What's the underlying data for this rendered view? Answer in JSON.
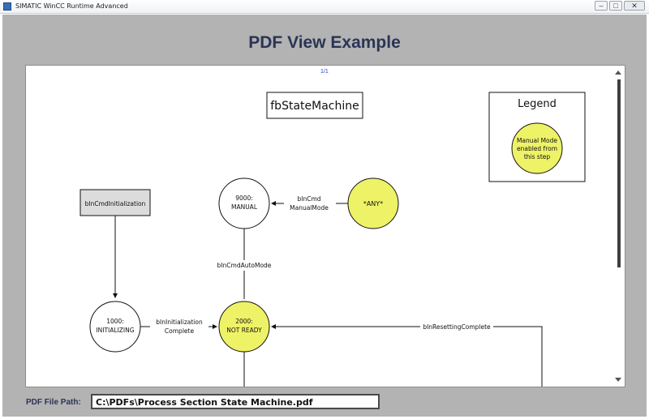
{
  "window": {
    "title": "SIMATIC WinCC Runtime Advanced",
    "minimize": "–",
    "maximize": "□",
    "close": "✕"
  },
  "screen": {
    "heading": "PDF View Example"
  },
  "viewer": {
    "page_indicator": "1/1"
  },
  "diagram": {
    "title": "fbStateMachine",
    "legend_title": "Legend",
    "legend_note": [
      "Manual Mode",
      "enabled from",
      "this step"
    ],
    "initial_cmd": "bInCmdInitialization",
    "states": {
      "manual": [
        "9000:",
        "MANUAL"
      ],
      "any": "*ANY*",
      "initializing": [
        "1000:",
        "INITIALIZING"
      ],
      "not_ready": [
        "2000:",
        "NOT READY"
      ]
    },
    "transitions": {
      "to_manual": [
        "bInCmd",
        "ManualMode"
      ],
      "auto_mode": "bInCmdAutoMode",
      "init_complete": [
        "bInInitialization",
        "Complete"
      ],
      "resetting_complete": "bInResettingComplete"
    },
    "colors": {
      "highlight": "#eef266",
      "box_fill": "#dcdcdc"
    }
  },
  "footer": {
    "path_label": "PDF File Path:",
    "path_value": "C:\\PDFs\\Process Section State Machine.pdf"
  }
}
